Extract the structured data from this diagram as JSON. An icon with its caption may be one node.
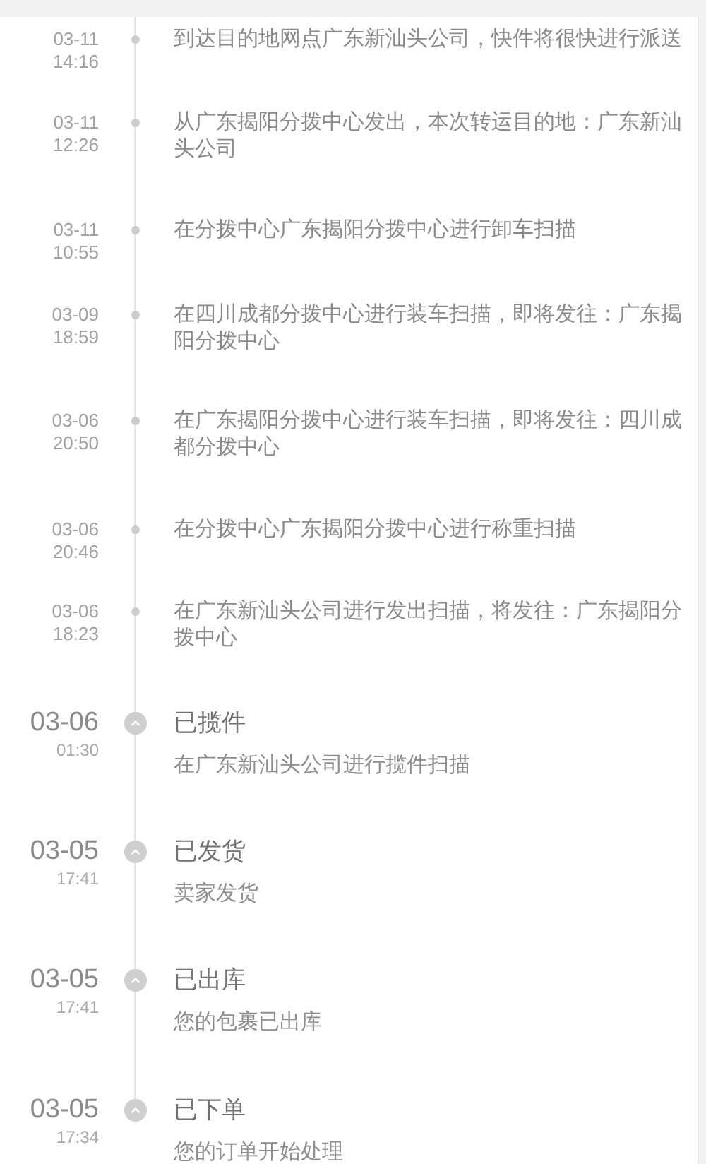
{
  "diagram": {
    "labels": [
      "03-11",
      "14:16",
      "到达目的地网点广东新汕头公司，快件将很快进行派送",
      "03-11",
      "12:26",
      "从广东揭阳分拨中心发出，本次转运目的地：广东新汕头公司",
      "03-11",
      "10:55",
      "在分拨中心广东揭阳分拨中心进行卸车扫描",
      "03-09",
      "18:59",
      "在四川成都分拨中心进行装车扫描，即将发往：广东揭阳分拨中心",
      "03-06",
      "20:50",
      "在广东揭阳分拨中心进行装车扫描，即将发往：四川成都分拨中心",
      "03-06",
      "20:46",
      "在分拨中心广东揭阳分拨中心进行称重扫描",
      "03-06",
      "18:23",
      "在广东新汕头公司进行发出扫描，将发往：广东揭阳分拨中心",
      "03-06",
      "01:30",
      "已揽件",
      "在广东新汕头公司进行揽件扫描",
      "03-05",
      "17:41",
      "已发货",
      "卖家发货",
      "03-05",
      "17:41",
      "已出库",
      "您的包裹已出库",
      "03-05",
      "17:34",
      "已下单",
      "您的订单开始处理"
    ]
  }
}
